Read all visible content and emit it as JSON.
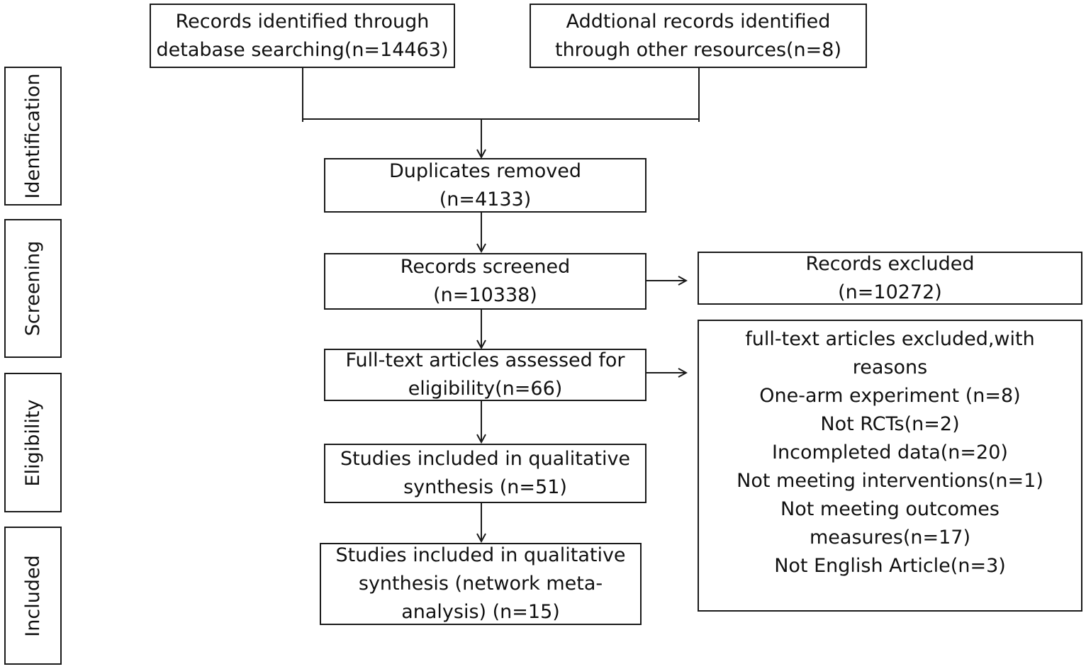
{
  "stages": {
    "identification": "Identification",
    "screening": "Screening",
    "eligibility": "Eligibility",
    "included": "Included"
  },
  "boxes": {
    "database_records": [
      "Records identified through",
      "detabase searching(n=14463)"
    ],
    "other_records": [
      "Addtional records identified",
      "through other resources(n=8)"
    ],
    "duplicates_removed": [
      "Duplicates removed",
      "(n=4133)"
    ],
    "records_screened": [
      "Records screened",
      "(n=10338)"
    ],
    "records_excluded": [
      "Records excluded",
      "(n=10272)"
    ],
    "fulltext_assessed": [
      "Full-text articles assessed for",
      "eligibility(n=66)"
    ],
    "fulltext_excluded": [
      "full-text articles excluded,with",
      "reasons",
      "One-arm experiment (n=8)",
      "Not RCTs(n=2)",
      "Incompleted data(n=20)",
      "Not meeting interventions(n=1)",
      "Not meeting outcomes",
      "measures(n=17)",
      "Not English Article(n=3)"
    ],
    "qualitative_synthesis": [
      "Studies included in qualitative",
      "synthesis (n=51)"
    ],
    "network_meta_analysis": [
      "Studies included in qualitative",
      "synthesis (network meta-",
      "analysis) (n=15)"
    ]
  }
}
